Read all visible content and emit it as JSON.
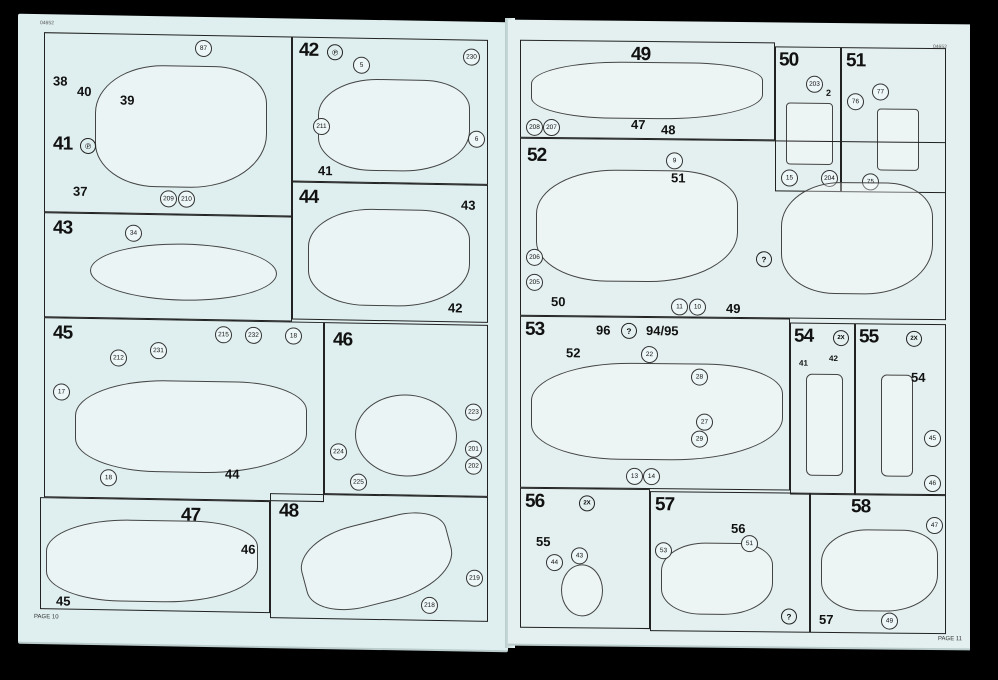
{
  "left_page": {
    "code": "04652",
    "page_label": "PAGE 10",
    "steps": [
      {
        "num": "41",
        "callouts": [
          "87",
          "209",
          "210"
        ],
        "parts": [
          "38",
          "40",
          "39",
          "37"
        ]
      },
      {
        "num": "42",
        "callouts": [
          "230",
          "211",
          "6",
          "5"
        ],
        "parts": [
          "41"
        ]
      },
      {
        "num": "43",
        "callouts": [
          "34"
        ],
        "parts": []
      },
      {
        "num": "44",
        "callouts": [],
        "parts": [
          "43",
          "42"
        ]
      },
      {
        "num": "45",
        "callouts": [
          "212",
          "231",
          "215",
          "232",
          "18",
          "17",
          "18"
        ],
        "parts": [
          "44"
        ]
      },
      {
        "num": "46",
        "callouts": [
          "223",
          "224",
          "201",
          "202",
          "225"
        ],
        "parts": []
      },
      {
        "num": "47",
        "callouts": [],
        "parts": [
          "46",
          "45"
        ]
      },
      {
        "num": "48",
        "callouts": [
          "219",
          "218"
        ],
        "parts": []
      }
    ]
  },
  "right_page": {
    "code": "04652",
    "page_label": "PAGE 11",
    "steps": [
      {
        "num": "49",
        "callouts": [
          "208",
          "207"
        ],
        "parts": [
          "47",
          "48"
        ]
      },
      {
        "num": "50",
        "callouts": [
          "203",
          "204",
          "15",
          "2"
        ],
        "parts": []
      },
      {
        "num": "51",
        "callouts": [
          "77",
          "76",
          "75"
        ],
        "parts": []
      },
      {
        "num": "52",
        "callouts": [
          "9",
          "206",
          "205",
          "11",
          "10"
        ],
        "parts": [
          "51",
          "50",
          "49"
        ]
      },
      {
        "num": "53",
        "callouts": [
          "22",
          "28",
          "27",
          "29",
          "13",
          "14"
        ],
        "parts": [
          "52"
        ],
        "note_left": "96",
        "note_right": "94/95"
      },
      {
        "num": "54",
        "callouts": [
          "41",
          "42"
        ],
        "parts": [],
        "qty": "2X"
      },
      {
        "num": "55",
        "callouts": [
          "45",
          "46"
        ],
        "parts": [
          "54"
        ],
        "qty": "2X"
      },
      {
        "num": "56",
        "callouts": [
          "44",
          "43"
        ],
        "parts": [
          "55"
        ],
        "qty": "2X"
      },
      {
        "num": "57",
        "callouts": [
          "53",
          "51"
        ],
        "parts": [
          "56"
        ]
      },
      {
        "num": "58",
        "callouts": [
          "47",
          "49"
        ],
        "parts": [
          "57"
        ]
      }
    ]
  },
  "colors": {
    "paper": "#dfeeee",
    "ink": "#111111",
    "background": "#000000"
  }
}
